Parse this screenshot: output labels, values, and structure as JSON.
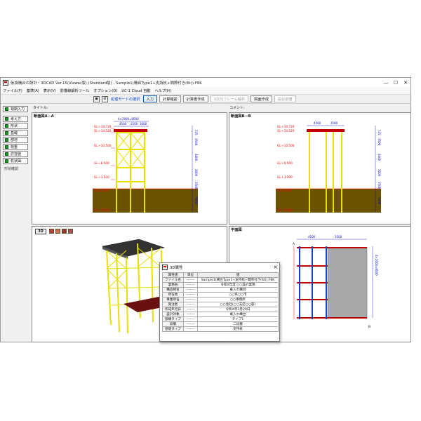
{
  "window": {
    "title": "仮設構台の設計・3DCAD Ver.15(Viewer版) (Standard版) - Sample1(構台Type1+支持杭+間際付き(6t)).F8K",
    "controls": {
      "minimize": "—",
      "maximize": "☐",
      "close": "✕"
    }
  },
  "menu": [
    "ファイル(F)",
    "基準(A)",
    "表示(V)",
    "影響線解析ツール",
    "オプション(O)",
    "UC-1 Cloud 自動",
    "ヘルプ(H)"
  ],
  "toolbar": {
    "mode_label": "処理モードの選択",
    "buttons": [
      {
        "label": "入力",
        "state": "active"
      },
      {
        "label": "計算確認",
        "state": "normal"
      },
      {
        "label": "計算書作成",
        "state": "normal"
      },
      {
        "label": "3次元フレーム解析",
        "state": "disabled"
      },
      {
        "label": "図面作成",
        "state": "normal"
      },
      {
        "label": "設計調書",
        "state": "disabled"
      }
    ]
  },
  "info": {
    "title_label": "タイトル:",
    "comment_label": "コメント:"
  },
  "sidebar": {
    "first": "初期入力",
    "items": [
      "考え方",
      "形状",
      "基礎",
      "部材",
      "荷重",
      "許容値",
      "杭状図"
    ],
    "footer": "形状確認"
  },
  "panels": {
    "section_a": "断面図A－A",
    "section_b": "断面図B－B",
    "view3d_button": "3D",
    "plan": "平面図"
  },
  "drawing": {
    "levels": [
      "GL＋14.720",
      "GL＋14.520",
      "GL＋10.500",
      "GL＋6.500",
      "GL＋3.500",
      "GL±0.000",
      "GL－5.000"
    ],
    "section_a_top_dims": [
      "4×2000=8000",
      "4500",
      "2500",
      "1000"
    ],
    "section_b_top_dims": [
      "4500",
      "3500"
    ],
    "side_dims": [
      "725",
      "3500",
      "4000",
      "3000",
      "3500",
      "5000"
    ],
    "plan_dims": [
      "4500",
      "3500",
      "4×2000=8000"
    ],
    "plan_marks": [
      "A",
      "B"
    ],
    "colors": {
      "member_yellow": "#e8e000",
      "red_level": "#ff0000",
      "dim_blue": "#0000dd",
      "ground": "#6b5200",
      "beam_red": "#c00000",
      "beam_blue": "#1a3fd0",
      "deck_gray": "#9a9a9a"
    }
  },
  "properties": {
    "title": "3D属性",
    "headers": [
      "属性値",
      "単位",
      "値"
    ],
    "rows": [
      {
        "key": "ファイル名",
        "unit": "-------",
        "value": "Sample1(構台Type1+支持杭+間際付き(6t)).F8K"
      },
      {
        "key": "業務名",
        "unit": "-------",
        "value": "令和X年度 ○○設計業務"
      },
      {
        "key": "構造物名",
        "unit": "-------",
        "value": "乗入れ構台"
      },
      {
        "key": "所在地",
        "unit": "-------",
        "value": "○○県○○市"
      },
      {
        "key": "事業所名",
        "unit": "-------",
        "value": "○○事務所"
      },
      {
        "key": "受注者",
        "unit": "-------",
        "value": "○○会社(○○支店○○部)"
      },
      {
        "key": "作成年月日",
        "unit": "-------",
        "value": "令和X年1月29日"
      },
      {
        "key": "設計対象",
        "unit": "-------",
        "value": "乗入れ構台"
      },
      {
        "key": "部構タイプ",
        "unit": "-------",
        "value": "タイプ1"
      },
      {
        "key": "段層",
        "unit": "-------",
        "value": "二段層"
      },
      {
        "key": "基礎タイプ",
        "unit": "-------",
        "value": "支持杭"
      }
    ]
  }
}
